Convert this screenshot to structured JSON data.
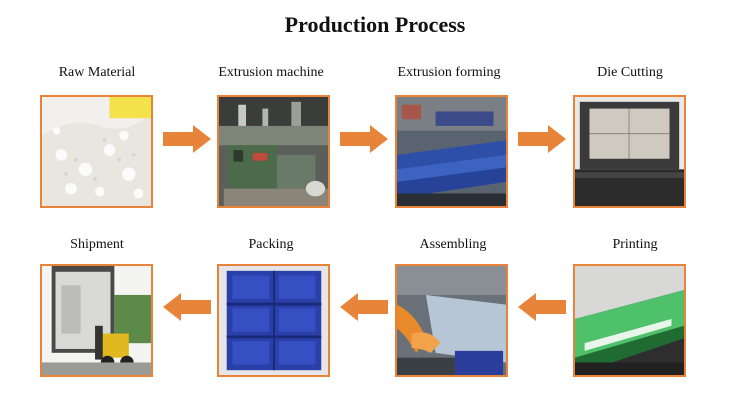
{
  "title": "Production Process",
  "steps": [
    {
      "label": "Raw Material"
    },
    {
      "label": "Extrusion machine"
    },
    {
      "label": "Extrusion forming"
    },
    {
      "label": "Die Cutting"
    },
    {
      "label": "Printing"
    },
    {
      "label": "Assembling"
    },
    {
      "label": "Packing"
    },
    {
      "label": "Shipment"
    }
  ],
  "arrow_color": "#e8843a",
  "frame_color": "#e8843a"
}
